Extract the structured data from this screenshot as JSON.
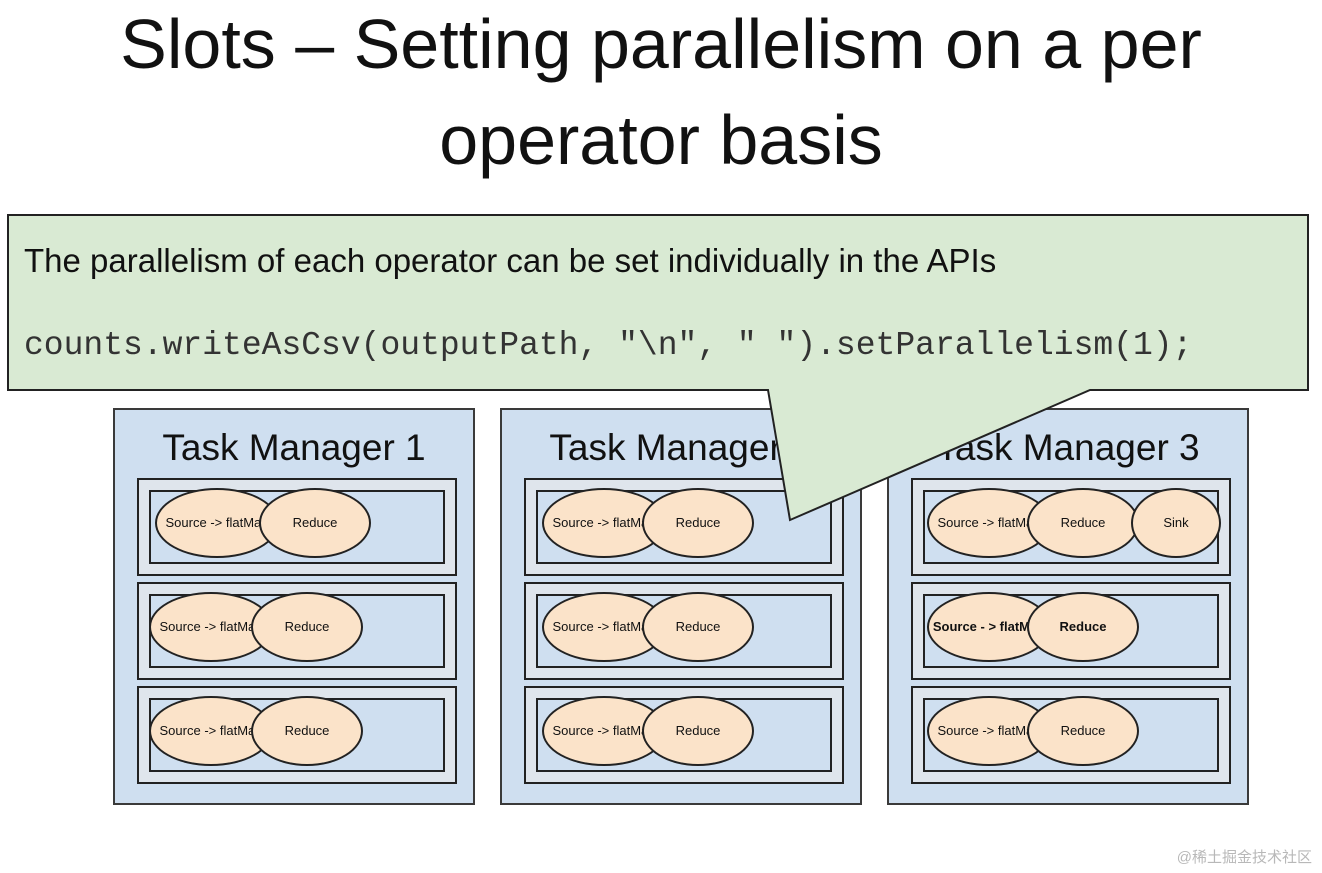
{
  "title": {
    "line1": "Slots – Setting parallelism on a per",
    "line2": "operator basis"
  },
  "callout": {
    "text": "The parallelism of each operator can be set individually in the APIs",
    "code": "counts.writeAsCsv(outputPath, \"\\n\", \" \").setParallelism(1);"
  },
  "task_managers": [
    {
      "label": "Task Manager 1",
      "slots": [
        {
          "source": "Source -> flatMap",
          "reduce": "Reduce"
        },
        {
          "source": "Source -> flatMap",
          "reduce": "Reduce"
        },
        {
          "source": "Source -> flatMap",
          "reduce": "Reduce"
        }
      ]
    },
    {
      "label": "Task Manager 2",
      "slots": [
        {
          "source": "Source -> flatMap",
          "reduce": "Reduce"
        },
        {
          "source": "Source -> flatMap",
          "reduce": "Reduce"
        },
        {
          "source": "Source -> flatMap",
          "reduce": "Reduce"
        }
      ]
    },
    {
      "label": "Task Manager 3",
      "slots": [
        {
          "source": "Source -> flatMap",
          "reduce": "Reduce",
          "sink": "Sink"
        },
        {
          "source": "Source - > flatMap",
          "reduce": "Reduce"
        },
        {
          "source": "Source -> flatMap",
          "reduce": "Reduce"
        }
      ]
    }
  ],
  "watermark": "@稀土掘金技术社区",
  "colors": {
    "task_manager_bg": "#cfdff0",
    "operator_fill": "#fbe3c9",
    "callout_fill": "#d9ead3"
  }
}
